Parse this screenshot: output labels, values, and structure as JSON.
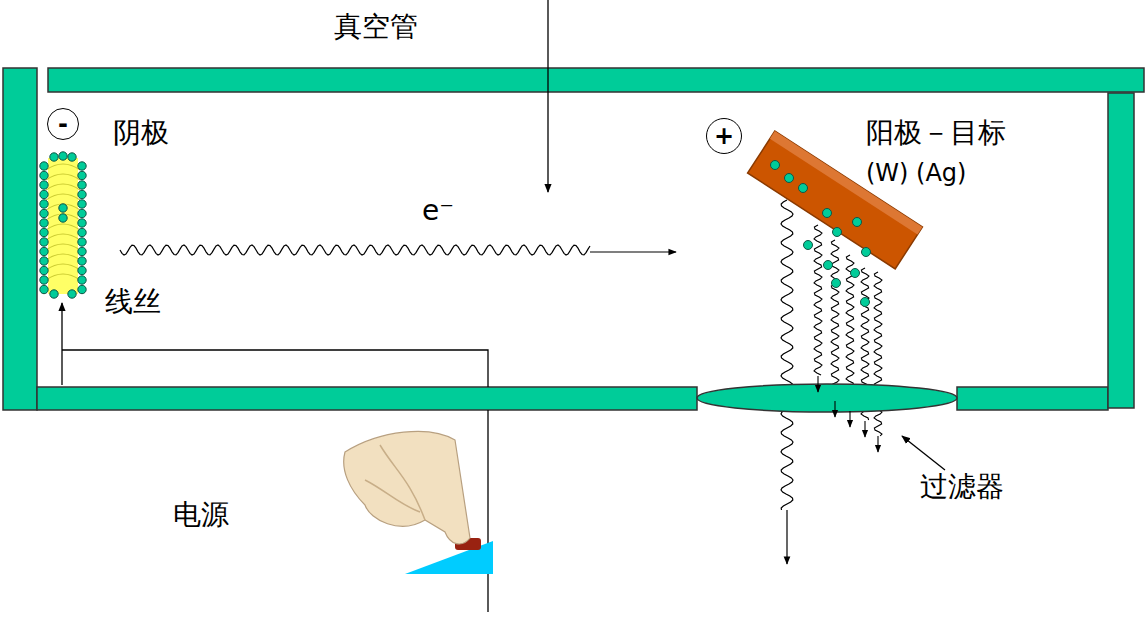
{
  "diagram": {
    "nodes": [
      {
        "text": [
          "-"
        ]
      },
      {
        "text": [
          "+"
        ]
      }
    ],
    "labels": [
      "真空管",
      "阴极",
      "e⁻",
      "线丝",
      "阳极－目标",
      "(W) (Ag)",
      "过滤器",
      "电源"
    ]
  }
}
